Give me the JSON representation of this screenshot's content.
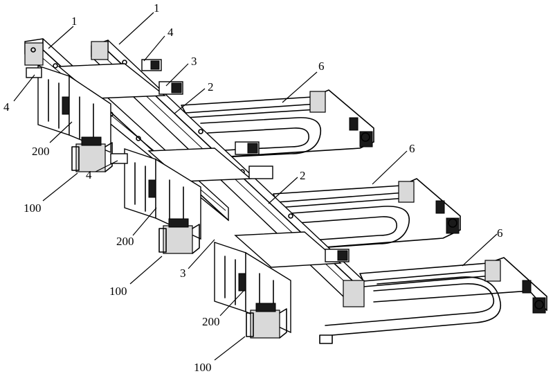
{
  "labels": {
    "l1a": "1",
    "l1b": "1",
    "l4a": "4",
    "l4b": "4",
    "l4c": "4",
    "l3a": "3",
    "l3b": "3",
    "l2a": "2",
    "l2b": "2",
    "l6a": "6",
    "l6b": "6",
    "l6c": "6",
    "l200a": "200",
    "l200b": "200",
    "l200c": "200",
    "l100a": "100",
    "l100b": "100",
    "l100c": "100"
  }
}
